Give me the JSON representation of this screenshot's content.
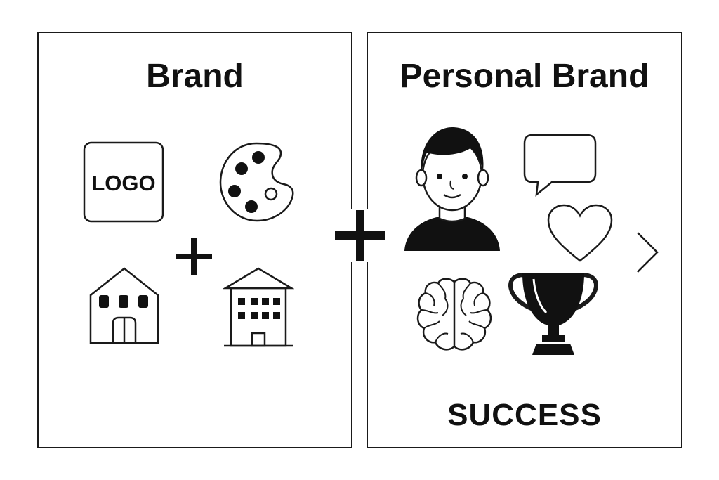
{
  "panels": {
    "brand": {
      "title": "Brand",
      "logo_text": "LOGO",
      "icons": [
        "logo-badge-icon",
        "palette-icon",
        "plus-icon",
        "barn-icon",
        "apartment-building-icon"
      ]
    },
    "personal": {
      "title": "Personal Brand",
      "icons": [
        "person-icon",
        "speech-bubble-icon",
        "heart-icon",
        "chevron-right-icon",
        "brain-icon",
        "trophy-icon"
      ],
      "success_label": "SUCCESS"
    }
  },
  "connector": {
    "symbol": "plus-icon"
  },
  "colors": {
    "stroke": "#1a1a1a",
    "background": "#ffffff",
    "fill": "#111111"
  }
}
